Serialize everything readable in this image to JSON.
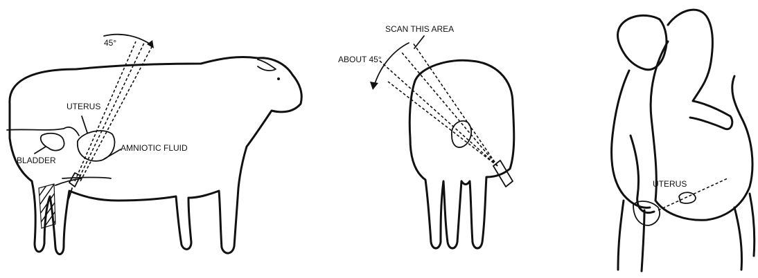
{
  "panel_side": {
    "angle_label": "45°",
    "uterus_label": "UTERUS",
    "bladder_label": "BLADDER",
    "fluid_label": "AMNIOTIC FLUID"
  },
  "panel_rear": {
    "scan_label": "SCAN THIS AREA",
    "angle_label": "ABOUT 45°"
  },
  "panel_hold": {
    "uterus_label": "UTERUS"
  }
}
